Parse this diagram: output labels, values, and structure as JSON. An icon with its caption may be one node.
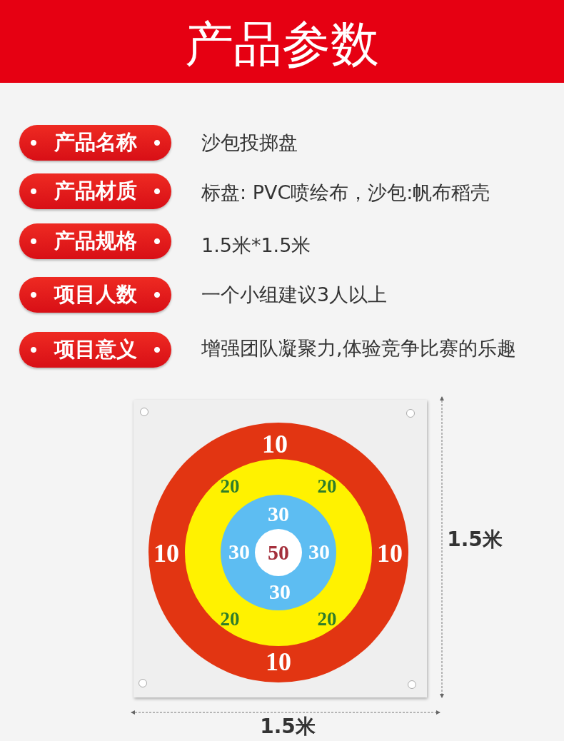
{
  "diagram": {
    "title": "产品参数",
    "nodes": [
      {
        "text": [
          "产品名称"
        ]
      },
      {
        "text": [
          "产品材质"
        ]
      },
      {
        "text": [
          "产品规格"
        ]
      },
      {
        "text": [
          "项目人数"
        ]
      },
      {
        "text": [
          "项目意义"
        ]
      },
      {
        "text": [],
        "shape": "box"
      },
      {
        "text": [
          "10",
          "10",
          "10",
          "10"
        ],
        "in": 5
      },
      {
        "text": [
          "20",
          "20",
          "20",
          "20"
        ],
        "in": 6
      },
      {
        "text": [
          "30",
          "30",
          "30",
          "30"
        ],
        "in": 7
      },
      {
        "text": [
          "50"
        ],
        "in": 8
      }
    ],
    "edges": [],
    "labels": [
      "沙包投掷盘",
      "标盘: PVC喷绘布，沙包:帆布稻壳",
      "1.5米*1.5米",
      "一个小组建议3人以上",
      "增强团队凝聚力,体验竞争比赛的乐趣",
      "1.5米",
      "1.5米"
    ]
  }
}
